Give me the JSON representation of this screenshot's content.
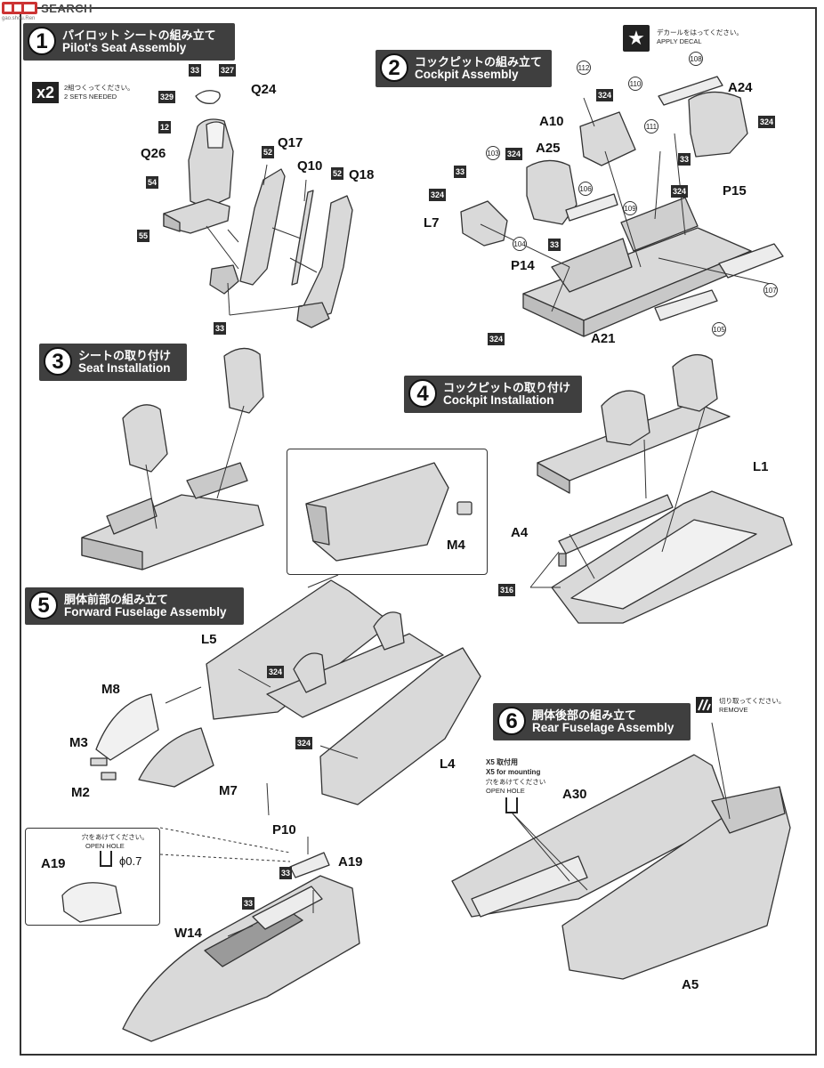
{
  "watermark": {
    "text": "SEARCH",
    "logo": "model-logo-icon",
    "small": "gao.shou.Ren"
  },
  "sections": {
    "s1": {
      "num": "1",
      "jp": "パイロット シートの組み立て",
      "en": "Pilot's Seat Assembly"
    },
    "s2": {
      "num": "2",
      "jp": "コックピットの組み立て",
      "en": "Cockpit Assembly"
    },
    "s3": {
      "num": "3",
      "jp": "シートの取り付け",
      "en": "Seat Installation"
    },
    "s4": {
      "num": "4",
      "jp": "コックピットの取り付け",
      "en": "Cockpit Installation"
    },
    "s5": {
      "num": "5",
      "jp": "胴体前部の組み立て",
      "en": "Forward Fuselage Assembly"
    },
    "s6": {
      "num": "6",
      "jp": "胴体後部の組み立て",
      "en": "Rear Fuselage Assembly"
    }
  },
  "notes": {
    "x2": "x2",
    "x2_jp": "2組つくってください。",
    "x2_en": "2 SETS NEEDED",
    "decal_jp": "デカールをはってください。",
    "decal_en": "APPLY DECAL",
    "remove_jp": "切り取ってください。",
    "remove_en": "REMOVE",
    "openhole_jp": "穴をあけてください。",
    "openhole_en": "OPEN HOLE",
    "diameter": "ϕ0.7",
    "x5_jp": "X5 取付用",
    "x5_en": "X5 for mounting",
    "x5_jp2": "穴をあけてください",
    "x5_en2": "OPEN HOLE"
  },
  "parts": {
    "q24": "Q24",
    "q17": "Q17",
    "q26": "Q26",
    "q10": "Q10",
    "q18": "Q18",
    "a24": "A24",
    "a10": "A10",
    "a25": "A25",
    "p15": "P15",
    "l7": "L7",
    "p14": "P14",
    "a21": "A21",
    "l1": "L1",
    "a4": "A4",
    "m4": "M4",
    "l5": "L5",
    "m8": "M8",
    "m3": "M3",
    "m2": "M2",
    "m7": "M7",
    "l4": "L4",
    "p10": "P10",
    "a19a": "A19",
    "a19b": "A19",
    "w14": "W14",
    "a30": "A30",
    "a5": "A5"
  },
  "colors": {
    "b33": "33",
    "b327": "327",
    "b329": "329",
    "b12": "12",
    "b54": "54",
    "b55": "55",
    "b52a": "52",
    "b52b": "52",
    "b33b": "33",
    "b324a": "324",
    "b324b": "324",
    "b324c": "324",
    "b324d": "324",
    "b324e": "324",
    "b33c": "33",
    "b33d": "33",
    "b33e": "33",
    "b324f": "324",
    "b316": "316",
    "b324g": "324",
    "b324h": "324",
    "b33f": "33",
    "b33g": "33"
  },
  "circles": {
    "c112": "112",
    "c110": "110",
    "c111": "111",
    "c103": "103",
    "c106": "106",
    "c109": "109",
    "c104": "104",
    "c108": "108",
    "c107": "107",
    "c105": "105"
  }
}
